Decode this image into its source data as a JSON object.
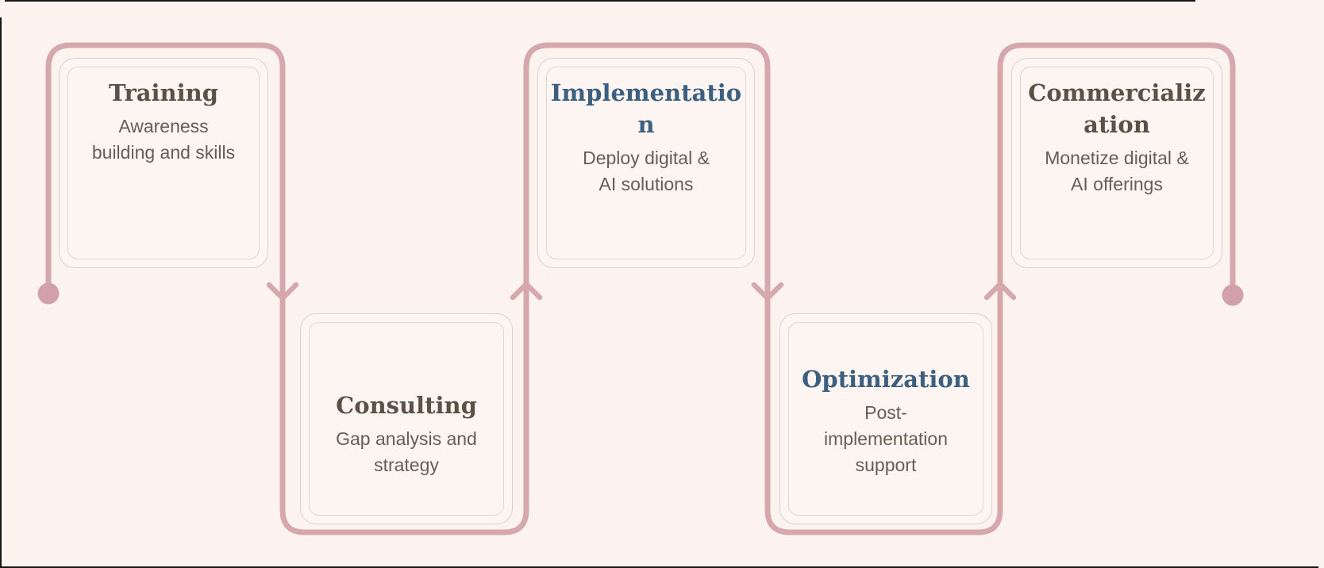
{
  "page": {
    "kind": "serpentine process flow diagram",
    "stage_count": 5
  },
  "colors": {
    "background": "#fcf3ef",
    "connector": "#d6a8ac",
    "connector_dot": "#d2a1a8",
    "box_fill": "#fdf5f1",
    "box_border": "#d8d2cf",
    "box_inner_border": "#ddd7d4",
    "title_brown": "#5d5046",
    "title_blue": "#3d5f80",
    "subtitle_gray": "#675d55",
    "frame_border": "#161616"
  },
  "flow": {
    "direction": "left-to-right serpentine, alternating top and bottom rows",
    "stages": [
      {
        "order": 1,
        "title": "Training",
        "subtitle": "Awareness building and skills",
        "row": "top",
        "title_color": "#5d5046"
      },
      {
        "order": 2,
        "title": "Consulting",
        "subtitle": "Gap analysis and strategy",
        "row": "bottom",
        "title_color": "#5d5046"
      },
      {
        "order": 3,
        "title": "Implementation",
        "subtitle": "Deploy digital & AI solutions",
        "row": "top",
        "title_color": "#3d5f80"
      },
      {
        "order": 4,
        "title": "Optimization",
        "subtitle": "Post-implementation support",
        "row": "bottom",
        "title_color": "#3d5f80"
      },
      {
        "order": 5,
        "title": "Commercialization",
        "subtitle": "Monetize digital & AI offerings",
        "row": "top",
        "title_color": "#5d5046"
      }
    ]
  }
}
